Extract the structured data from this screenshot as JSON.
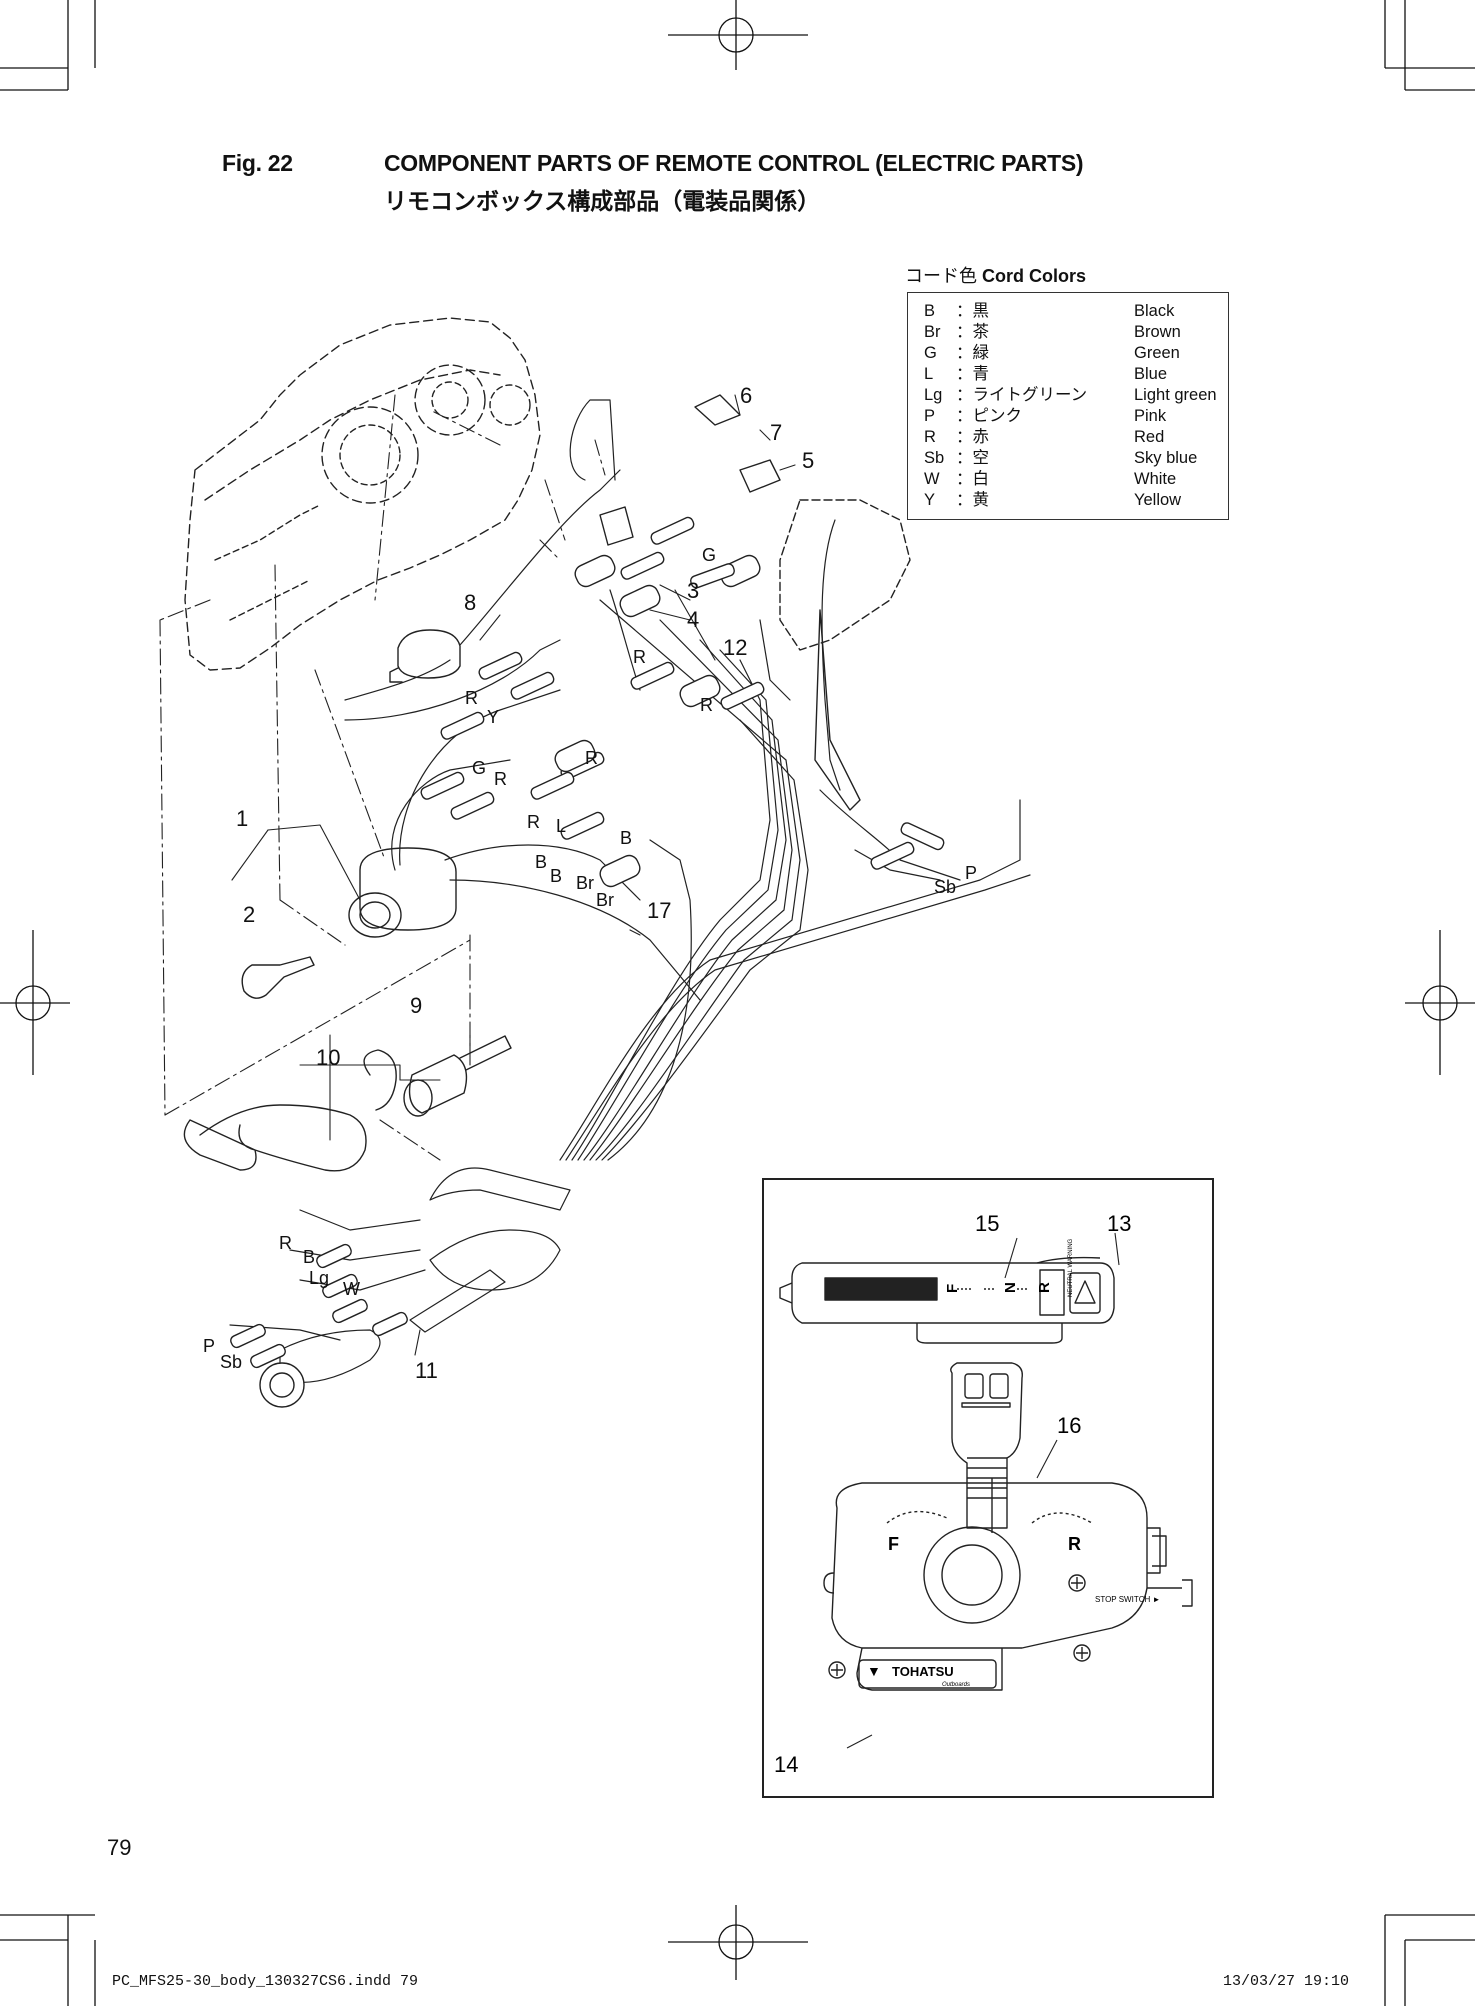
{
  "header": {
    "fig_label": "Fig. 22",
    "title_en": "COMPONENT PARTS OF REMOTE CONTROL (ELECTRIC PARTS)",
    "title_ja": "リモコンボックス構成部品（電装品関係）"
  },
  "legend": {
    "title_ja": "コード色",
    "title_en": "Cord Colors",
    "rows": [
      {
        "code": "B",
        "ja": "：黒",
        "en": "Black"
      },
      {
        "code": "Br",
        "ja": "：茶",
        "en": "Brown"
      },
      {
        "code": "G",
        "ja": "：緑",
        "en": "Green"
      },
      {
        "code": "L",
        "ja": "：青",
        "en": "Blue"
      },
      {
        "code": "Lg",
        "ja": "：ライトグリーン",
        "en": "Light green"
      },
      {
        "code": "P",
        "ja": "：ピンク",
        "en": "Pink"
      },
      {
        "code": "R",
        "ja": "：赤",
        "en": "Red"
      },
      {
        "code": "Sb",
        "ja": "：空",
        "en": "Sky blue"
      },
      {
        "code": "W",
        "ja": "：白",
        "en": "White"
      },
      {
        "code": "Y",
        "ja": "：黄",
        "en": "Yellow"
      }
    ]
  },
  "callouts": {
    "c1": "1",
    "c2": "2",
    "c3": "3",
    "c4": "4",
    "c5": "5",
    "c6": "6",
    "c7": "7",
    "c8": "8",
    "c9": "9",
    "c10": "10",
    "c11": "11",
    "c12": "12",
    "c13": "13",
    "c14": "14",
    "c15": "15",
    "c16": "16",
    "c17": "17"
  },
  "wire_labels": {
    "g_top": "G",
    "r_mid": "R",
    "r_right": "R",
    "r_left": "R",
    "y_left": "Y",
    "g_left": "G",
    "r_left2": "R",
    "r_upper": "R",
    "r_low": "R",
    "l_mid": "L",
    "b_mid": "B",
    "b_right": "B",
    "b_low": "B",
    "br_1": "Br",
    "br_2": "Br",
    "p_right": "P",
    "sb_right": "Sb",
    "r_harness": "R",
    "b_harness": "B",
    "lg_harness": "Lg",
    "w_harness": "W",
    "p_harness": "P",
    "sb_harness": "Sb"
  },
  "inset": {
    "panel_letters": {
      "f": "F",
      "n": "N",
      "r": "R"
    },
    "neutral_warning": "NEUTRAL WARNING",
    "lever_f": "F",
    "lever_r": "R",
    "stop_switch": "STOP SWITCH ►",
    "brand": "TOHATSU",
    "brand_sub": "Outboards"
  },
  "footer": {
    "page_number": "79",
    "file": "PC_MFS25-30_body_130327CS6.indd   79",
    "date": "13/03/27   19:10"
  }
}
